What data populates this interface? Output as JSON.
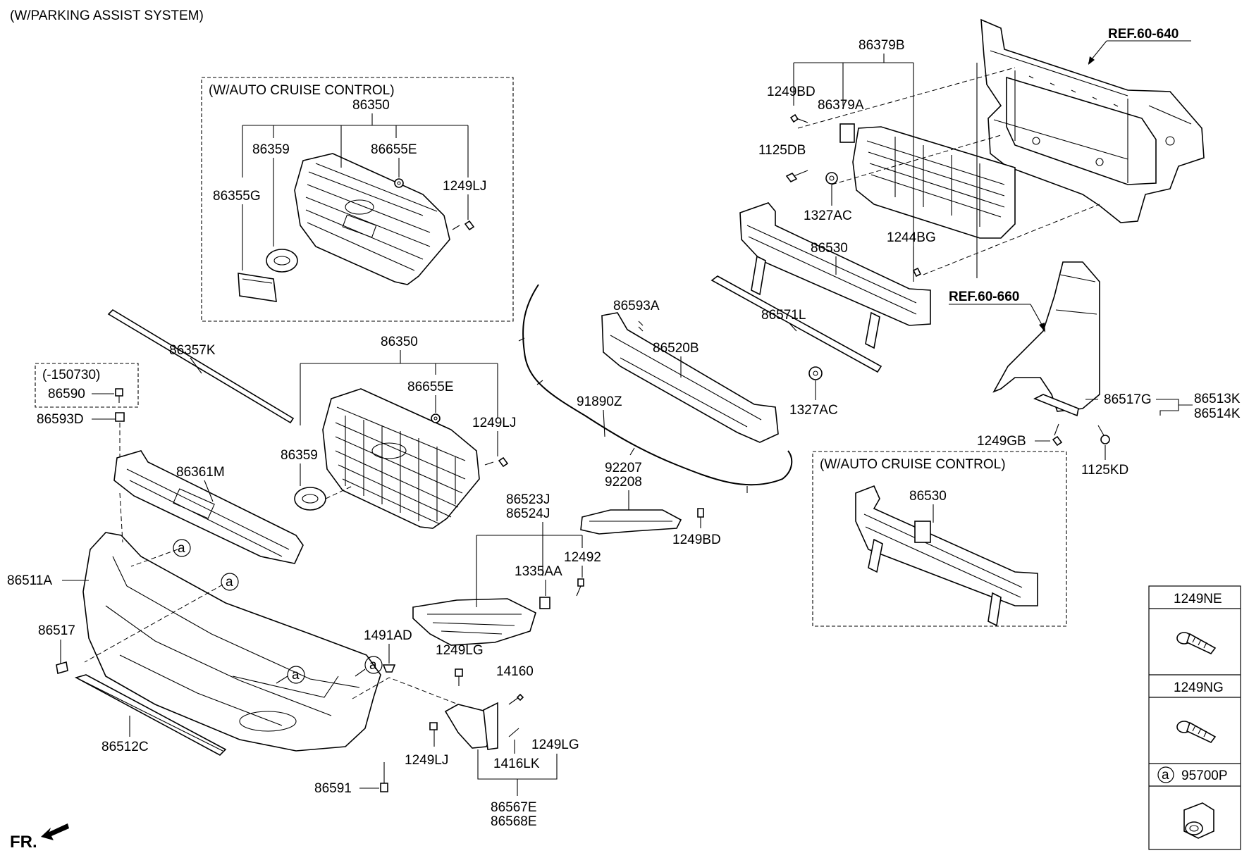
{
  "header": {
    "title": "(W/PARKING ASSIST SYSTEM)"
  },
  "orientation": {
    "label": "FR."
  },
  "references": [
    {
      "id": "ref-1",
      "text": "REF.60-640"
    },
    {
      "id": "ref-2",
      "text": "REF.60-660"
    }
  ],
  "boxes": {
    "acc_grille": {
      "title": "(W/AUTO CRUISE CONTROL)"
    },
    "acc_beam": {
      "title": "(W/AUTO CRUISE CONTROL)"
    },
    "early_date": {
      "title": "(-150730)"
    }
  },
  "callout": {
    "symbol": "a"
  },
  "labels": {
    "p86350_a": "86350",
    "p86359_a": "86359",
    "p86655E_a": "86655E",
    "p86355G": "86355G",
    "p1249LJ_a": "1249LJ",
    "p86357K": "86357K",
    "p86590": "86590",
    "p86593D": "86593D",
    "p86350_b": "86350",
    "p86655E_b": "86655E",
    "p1249LJ_b": "1249LJ",
    "p86359_b": "86359",
    "p86361M": "86361M",
    "p86511A": "86511A",
    "p86517": "86517",
    "p86512C": "86512C",
    "p86591": "86591",
    "p1491AD": "1491AD",
    "p1249LG_a": "1249LG",
    "p14160": "14160",
    "p1249LJ_c": "1249LJ",
    "p1416LK": "1416LK",
    "p1249LG_b": "1249LG",
    "p86567E": "86567E",
    "p86568E": "86568E",
    "p86523J": "86523J",
    "p86524J": "86524J",
    "p1335AA": "1335AA",
    "p12492": "12492",
    "p92207": "92207",
    "p92208": "92208",
    "p1249BD_a": "1249BD",
    "p91890Z": "91890Z",
    "p86593A": "86593A",
    "p86520B": "86520B",
    "p86571L": "86571L",
    "p1327AC_a": "1327AC",
    "p86530_a": "86530",
    "p86379B": "86379B",
    "p1249BD_b": "1249BD",
    "p86379A": "86379A",
    "p1125DB": "1125DB",
    "p1327AC_b": "1327AC",
    "p1244BG": "1244BG",
    "p86517G": "86517G",
    "p86513K": "86513K",
    "p86514K": "86514K",
    "p1249GB": "1249GB",
    "p1125KD": "1125KD",
    "p86530_b": "86530"
  },
  "legend": {
    "items": [
      {
        "label": "1249NE",
        "icon": "screw-icon"
      },
      {
        "label": "1249NG",
        "icon": "screw-icon"
      },
      {
        "label": "95700P",
        "symbol": "a",
        "icon": "parking-sensor-icon"
      }
    ]
  }
}
